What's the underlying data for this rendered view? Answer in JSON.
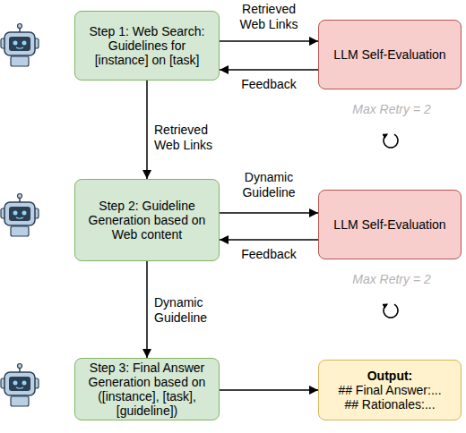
{
  "diagram": {
    "nodes": [
      {
        "text": [
          "Step 1: Web Search: Guidelines for [instance] on [task]"
        ]
      },
      {
        "text": [
          "LLM Self-Evaluation"
        ]
      },
      {
        "text": [
          "Step 2: Guideline Generation based on Web content"
        ]
      },
      {
        "text": [
          "LLM Self-Evaluation"
        ]
      },
      {
        "text": [
          "Step 3: Final Answer Generation based on ([instance], [task], [guideline])"
        ]
      },
      {
        "text": [
          "Output:",
          "## Final Answer:...",
          "## Rationales:..."
        ]
      }
    ],
    "edges": [
      {
        "from": 0,
        "to": 1,
        "label": "Retrieved Web Links",
        "arrow": "to"
      },
      {
        "from": 1,
        "to": 0,
        "label": "Feedback",
        "arrow": "to"
      },
      {
        "from": 0,
        "to": 2,
        "label": "Retrieved Web Links",
        "arrow": "to"
      },
      {
        "from": 2,
        "to": 3,
        "label": "Dynamic Guideline",
        "arrow": "to"
      },
      {
        "from": 3,
        "to": 2,
        "label": "Feedback",
        "arrow": "to"
      },
      {
        "from": 2,
        "to": 4,
        "label": "Dynamic Guideline",
        "arrow": "to"
      },
      {
        "from": 4,
        "to": 5,
        "arrow": "to"
      }
    ],
    "labels": [
      "Max Retry = 2",
      "Max Retry = 2"
    ]
  }
}
